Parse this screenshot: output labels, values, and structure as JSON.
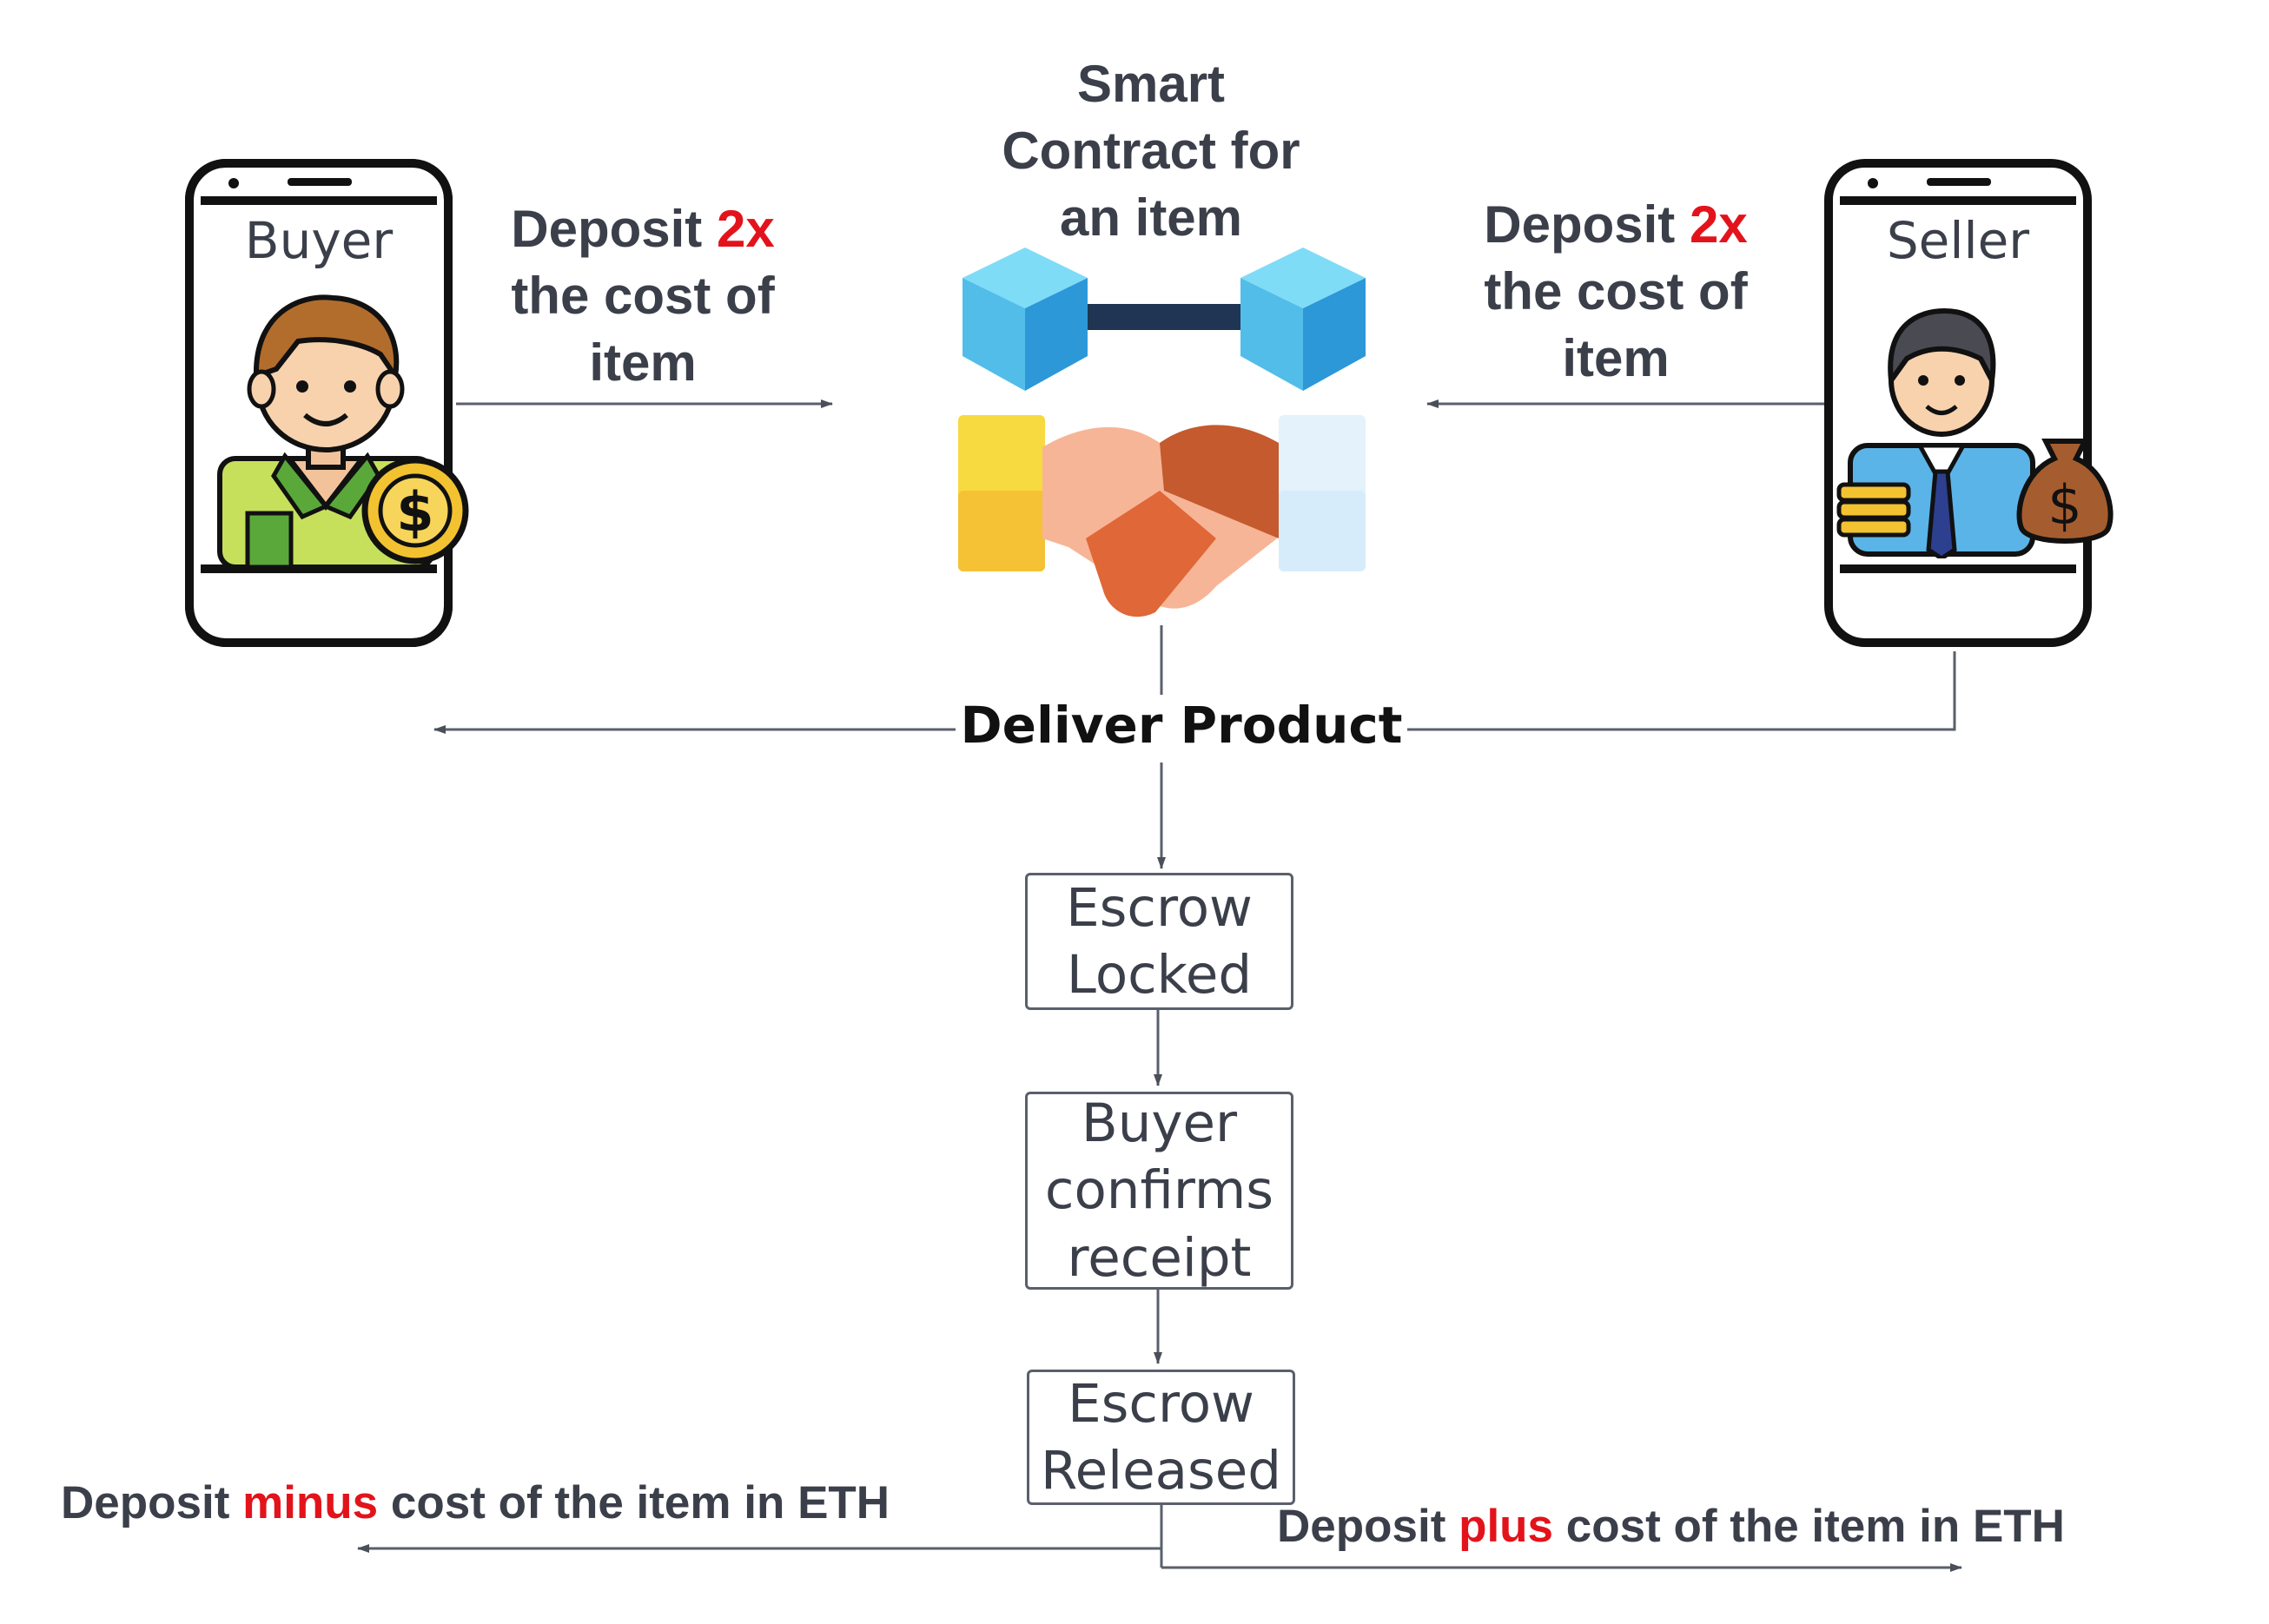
{
  "title": {
    "line1": "Smart",
    "line2": "Contract for",
    "line3": "an item"
  },
  "buyer": {
    "phone_label": "Buyer",
    "deposit": {
      "prefix": "Deposit ",
      "emphasis": "2x",
      "line2": "the cost of",
      "line3": "item"
    }
  },
  "seller": {
    "phone_label": "Seller",
    "deposit": {
      "prefix": "Deposit ",
      "emphasis": "2x",
      "line2": "the cost of",
      "line3": "item"
    }
  },
  "deliver_label": "Deliver Product",
  "steps": [
    {
      "line1": "Escrow",
      "line2": "Locked"
    },
    {
      "line1": "Buyer",
      "line2": "confirms",
      "line3": "receipt"
    },
    {
      "line1": "Escrow",
      "line2": "Released"
    }
  ],
  "refund_buyer": {
    "prefix": "Deposit ",
    "emphasis": "minus",
    "suffix": " cost of the item in ETH"
  },
  "refund_seller": {
    "prefix": "Deposit ",
    "emphasis": "plus",
    "suffix": " cost of the item in ETH"
  },
  "colors": {
    "accent_red": "#e3131b",
    "text": "#3b3f4a",
    "line": "#5a5f6b"
  },
  "icons": [
    "smartphone-icon",
    "buyer-avatar-icon",
    "coin-icon",
    "seller-avatar-icon",
    "money-bag-icon",
    "blockchain-icon",
    "handshake-icon"
  ]
}
